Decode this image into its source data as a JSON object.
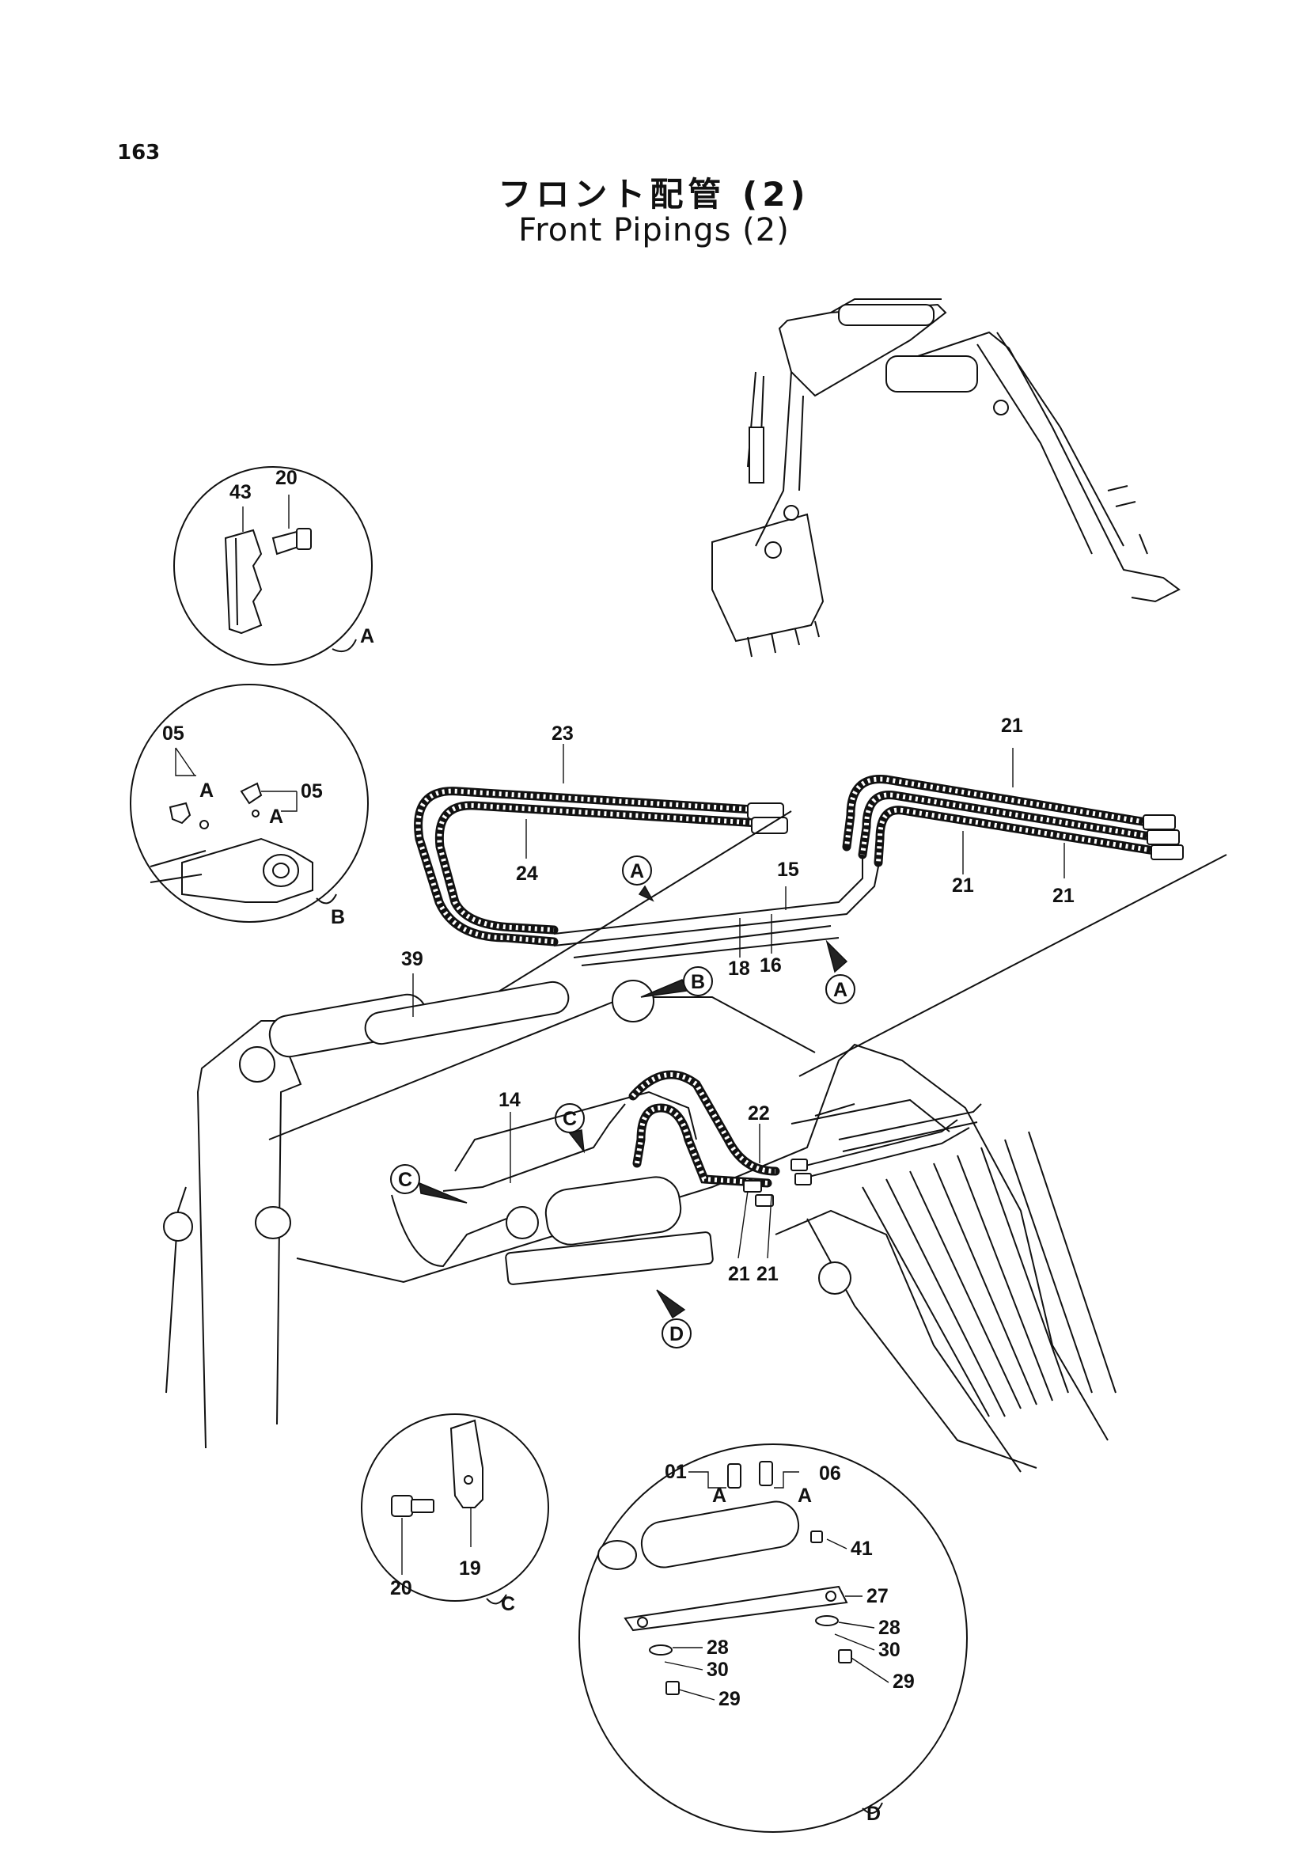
{
  "page": {
    "number": "163"
  },
  "title": {
    "ja": "フロント配管 (2)",
    "en": "Front Pipings (2)"
  },
  "details": {
    "A": {
      "letter": "A",
      "parts": [
        "43",
        "20"
      ]
    },
    "B": {
      "letter": "B",
      "parts": [
        "05",
        "05"
      ],
      "sub": [
        "A",
        "A"
      ]
    },
    "C": {
      "letter": "C",
      "parts": [
        "19",
        "20"
      ]
    },
    "D": {
      "letter": "D",
      "parts": [
        "01",
        "06",
        "41",
        "27",
        "28",
        "28",
        "30",
        "30",
        "29",
        "29"
      ],
      "sub": [
        "A",
        "A"
      ]
    }
  },
  "callouts": [
    "A",
    "A",
    "B",
    "C",
    "C",
    "D"
  ],
  "main_parts": [
    "23",
    "24",
    "21",
    "21",
    "21",
    "15",
    "16",
    "18",
    "39",
    "14",
    "22",
    "21",
    "21"
  ],
  "colors": {
    "ink": "#111111",
    "paper": "#ffffff"
  }
}
